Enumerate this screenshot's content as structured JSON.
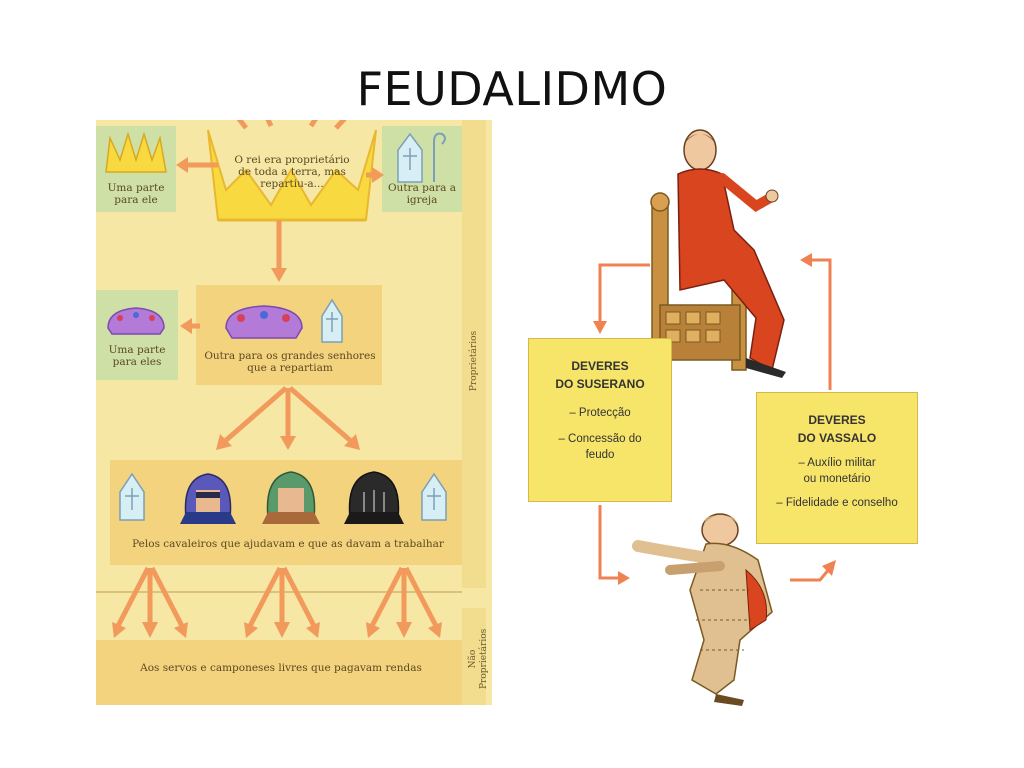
{
  "slide": {
    "title": "FEUDALIDMO"
  },
  "pyramid": {
    "king_text": "O rei era proprietário de toda a terra, mas repartiu-a...",
    "king_part": "Uma parte para ele",
    "church_part": "Outra para a igreja",
    "lords_part": "Uma parte para eles",
    "lords_text": "Outra para os grandes senhores que a repartiam",
    "knights_text": "Pelos cavaleiros que ajudavam e que as davam a trabalhar",
    "serfs_text": "Aos servos e camponeses livres que pagavam rendas",
    "side_owners": "Proprietários",
    "side_non_owners_1": "Não",
    "side_non_owners_2": "Proprietários",
    "icons": [
      "crown-icon",
      "mitre-icon",
      "coronet-icon",
      "helmet-icon"
    ]
  },
  "cycle": {
    "suzerain": {
      "title_1": "DEVERES",
      "title_2": "DO SUSERANO",
      "items": [
        "– Protecção",
        "– Concessão do",
        "feudo"
      ]
    },
    "vassal": {
      "title_1": "DEVERES",
      "title_2": "DO VASSALO",
      "items": [
        "– Auxílio militar",
        "ou monetário",
        "– Fidelidade e conselho"
      ]
    }
  },
  "colors": {
    "parchment": "#f6e7a4",
    "band": "#f4d37e",
    "arrow": "#f29a5c",
    "duty_box": "#f7e56a",
    "robe": "#d8451e"
  }
}
